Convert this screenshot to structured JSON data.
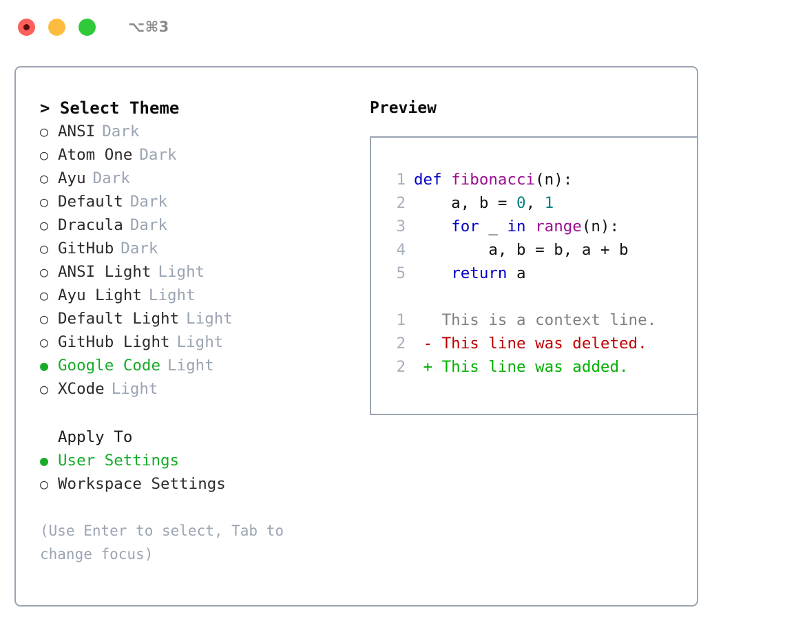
{
  "titlebar": {
    "lights": [
      {
        "name": "close",
        "color": "#fc6058"
      },
      {
        "name": "minimize",
        "color": "#fdbc40"
      },
      {
        "name": "maximize",
        "color": "#2fc93a"
      }
    ],
    "shortcut": "⌥⌘3"
  },
  "theme_list": {
    "header": "> Select Theme",
    "options": [
      {
        "bullet": "○",
        "name": "ANSI",
        "kind": "Dark",
        "selected": false
      },
      {
        "bullet": "○",
        "name": "Atom One",
        "kind": "Dark",
        "selected": false
      },
      {
        "bullet": "○",
        "name": "Ayu",
        "kind": "Dark",
        "selected": false
      },
      {
        "bullet": "○",
        "name": "Default",
        "kind": "Dark",
        "selected": false
      },
      {
        "bullet": "○",
        "name": "Dracula",
        "kind": "Dark",
        "selected": false
      },
      {
        "bullet": "○",
        "name": "GitHub",
        "kind": "Dark",
        "selected": false
      },
      {
        "bullet": "○",
        "name": "ANSI Light",
        "kind": "Light",
        "selected": false
      },
      {
        "bullet": "○",
        "name": "Ayu Light",
        "kind": "Light",
        "selected": false
      },
      {
        "bullet": "○",
        "name": "Default Light",
        "kind": "Light",
        "selected": false
      },
      {
        "bullet": "○",
        "name": "GitHub Light",
        "kind": "Light",
        "selected": false
      },
      {
        "bullet": "●",
        "name": "Google Code",
        "kind": "Light",
        "selected": true
      },
      {
        "bullet": "○",
        "name": "XCode",
        "kind": "Light",
        "selected": false
      }
    ]
  },
  "apply_to": {
    "header": "Apply To",
    "options": [
      {
        "bullet": "●",
        "name": "User Settings",
        "selected": true
      },
      {
        "bullet": "○",
        "name": "Workspace Settings",
        "selected": false
      }
    ]
  },
  "hint": "(Use Enter to select, Tab to change focus)",
  "preview": {
    "title": "Preview",
    "code_lines": [
      {
        "num": "1",
        "tokens": [
          {
            "t": "def",
            "c": "kw"
          },
          {
            "t": " ",
            "c": "txt"
          },
          {
            "t": "fibonacci",
            "c": "fn"
          },
          {
            "t": "(n):",
            "c": "txt"
          }
        ]
      },
      {
        "num": "2",
        "tokens": [
          {
            "t": "    a, b = ",
            "c": "txt"
          },
          {
            "t": "0",
            "c": "num"
          },
          {
            "t": ", ",
            "c": "txt"
          },
          {
            "t": "1",
            "c": "num"
          }
        ]
      },
      {
        "num": "3",
        "tokens": [
          {
            "t": "    ",
            "c": "txt"
          },
          {
            "t": "for",
            "c": "kw"
          },
          {
            "t": " _ ",
            "c": "txt"
          },
          {
            "t": "in",
            "c": "kw"
          },
          {
            "t": " ",
            "c": "txt"
          },
          {
            "t": "range",
            "c": "fn"
          },
          {
            "t": "(n):",
            "c": "txt"
          }
        ]
      },
      {
        "num": "4",
        "tokens": [
          {
            "t": "        a, b = b, a + b",
            "c": "txt"
          }
        ]
      },
      {
        "num": "5",
        "tokens": [
          {
            "t": "    ",
            "c": "txt"
          },
          {
            "t": "return",
            "c": "kw"
          },
          {
            "t": " a",
            "c": "txt"
          }
        ]
      }
    ],
    "diff_lines": [
      {
        "num": "1",
        "tokens": [
          {
            "t": "   This is a context line.",
            "c": "ctx"
          }
        ]
      },
      {
        "num": "2",
        "tokens": [
          {
            "t": " - This line was deleted.",
            "c": "del"
          }
        ]
      },
      {
        "num": "2",
        "tokens": [
          {
            "t": " + This line was added.",
            "c": "add"
          }
        ]
      }
    ]
  }
}
